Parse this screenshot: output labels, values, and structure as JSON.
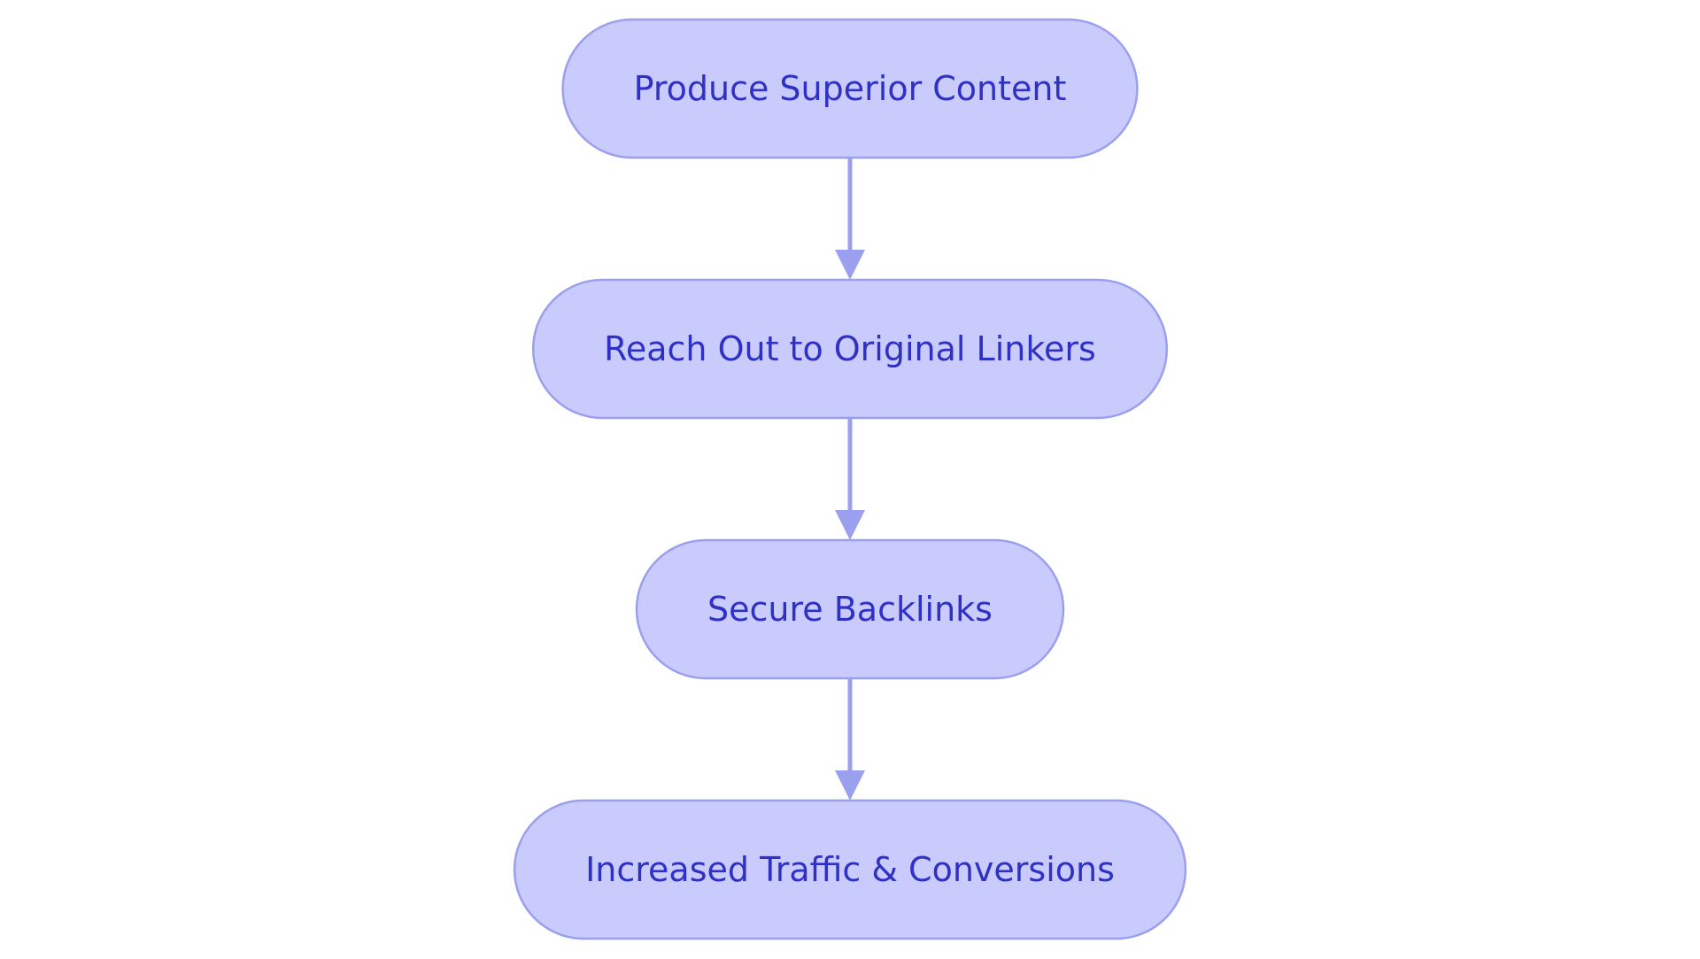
{
  "diagram": {
    "type": "flowchart",
    "direction": "top-to-bottom",
    "colors": {
      "node_fill": "#c9cbfd",
      "node_stroke": "#9a9fee",
      "text": "#2f31c4",
      "edge": "#9a9fee",
      "background": "#ffffff"
    },
    "nodes": [
      {
        "id": "n1",
        "label": "Produce Superior Content"
      },
      {
        "id": "n2",
        "label": "Reach Out to Original Linkers"
      },
      {
        "id": "n3",
        "label": "Secure Backlinks"
      },
      {
        "id": "n4",
        "label": "Increased Traffic & Conversions"
      }
    ],
    "edges": [
      {
        "from": "n1",
        "to": "n2"
      },
      {
        "from": "n2",
        "to": "n3"
      },
      {
        "from": "n3",
        "to": "n4"
      }
    ]
  }
}
